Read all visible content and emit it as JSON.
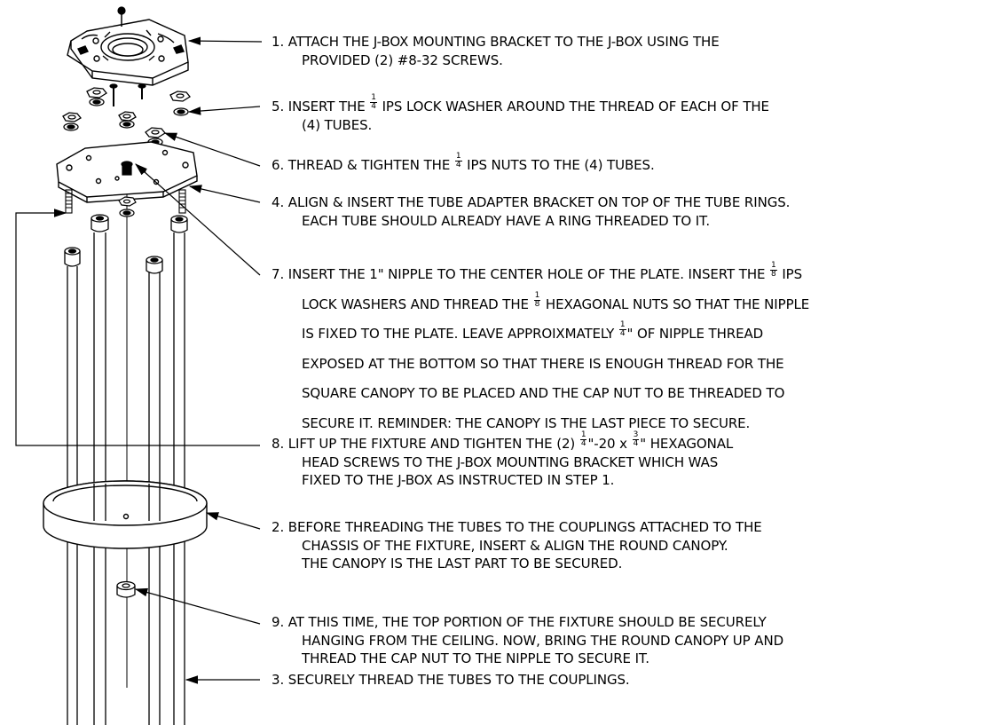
{
  "steps": [
    {
      "id": "1",
      "lines": [
        [
          {
            "t": "1.  ATTACH THE J-BOX MOUNTING BRACKET TO THE J-BOX USING THE"
          }
        ],
        [
          {
            "t": "PROVIDED (2) #8-32 SCREWS."
          }
        ]
      ]
    },
    {
      "id": "5",
      "lines": [
        [
          {
            "t": "5.  INSERT THE "
          },
          {
            "frac": [
              "1",
              "4"
            ]
          },
          {
            "t": " IPS LOCK WASHER AROUND THE THREAD OF EACH OF THE"
          }
        ],
        [
          {
            "t": "(4) TUBES."
          }
        ]
      ]
    },
    {
      "id": "6",
      "lines": [
        [
          {
            "t": "6.  THREAD & TIGHTEN THE "
          },
          {
            "frac": [
              "1",
              "4"
            ]
          },
          {
            "t": " IPS NUTS TO THE (4) TUBES."
          }
        ]
      ]
    },
    {
      "id": "4",
      "lines": [
        [
          {
            "t": "4.  ALIGN & INSERT THE TUBE ADAPTER BRACKET ON TOP OF THE TUBE RINGS."
          }
        ],
        [
          {
            "t": "EACH TUBE SHOULD ALREADY HAVE A RING THREADED TO IT."
          }
        ]
      ]
    },
    {
      "id": "7",
      "lines": [
        [
          {
            "t": "7.  INSERT THE 1\" NIPPLE TO THE CENTER HOLE OF THE PLATE. INSERT THE "
          },
          {
            "frac": [
              "1",
              "8"
            ]
          },
          {
            "t": " IPS"
          }
        ],
        [
          {
            "t": "LOCK WASHERS AND THREAD THE "
          },
          {
            "frac": [
              "1",
              "8"
            ]
          },
          {
            "t": " HEXAGONAL NUTS SO THAT THE NIPPLE"
          }
        ],
        [
          {
            "t": "IS FIXED TO THE PLATE. LEAVE APPROIXMATELY "
          },
          {
            "frac": [
              "1",
              "4"
            ]
          },
          {
            "t": "\" OF NIPPLE THREAD"
          }
        ],
        [
          {
            "t": "EXPOSED AT THE BOTTOM SO THAT THERE IS ENOUGH THREAD FOR THE"
          }
        ],
        [
          {
            "t": "SQUARE CANOPY TO BE PLACED AND THE CAP NUT TO BE THREADED TO"
          }
        ],
        [
          {
            "t": "SECURE IT. REMINDER: THE CANOPY IS THE LAST PIECE TO SECURE."
          }
        ]
      ]
    },
    {
      "id": "8",
      "lines": [
        [
          {
            "t": "8.  LIFT UP THE FIXTURE AND TIGHTEN THE (2) "
          },
          {
            "frac": [
              "1",
              "4"
            ]
          },
          {
            "t": "\"-20 x "
          },
          {
            "frac": [
              "3",
              "4"
            ]
          },
          {
            "t": "\" HEXAGONAL"
          }
        ],
        [
          {
            "t": "HEAD SCREWS TO THE J-BOX MOUNTING BRACKET WHICH WAS"
          }
        ],
        [
          {
            "t": "FIXED TO THE J-BOX AS INSTRUCTED IN STEP 1."
          }
        ]
      ]
    },
    {
      "id": "2",
      "lines": [
        [
          {
            "t": "2.  BEFORE THREADING THE TUBES TO THE COUPLINGS ATTACHED TO THE"
          }
        ],
        [
          {
            "t": "CHASSIS OF THE FIXTURE, INSERT &  ALIGN THE ROUND CANOPY."
          }
        ],
        [
          {
            "t": "THE CANOPY IS THE LAST PART TO BE SECURED."
          }
        ]
      ]
    },
    {
      "id": "9",
      "lines": [
        [
          {
            "t": "9.  AT THIS TIME, THE TOP PORTION OF THE FIXTURE SHOULD BE SECURELY"
          }
        ],
        [
          {
            "t": "HANGING FROM THE CEILING. NOW, BRING THE ROUND CANOPY UP AND"
          }
        ],
        [
          {
            "t": "THREAD THE CAP NUT TO THE NIPPLE TO SECURE IT."
          }
        ]
      ]
    },
    {
      "id": "3",
      "lines": [
        [
          {
            "t": "3.  SECURELY THREAD THE TUBES TO THE COUPLINGS."
          }
        ]
      ]
    }
  ]
}
